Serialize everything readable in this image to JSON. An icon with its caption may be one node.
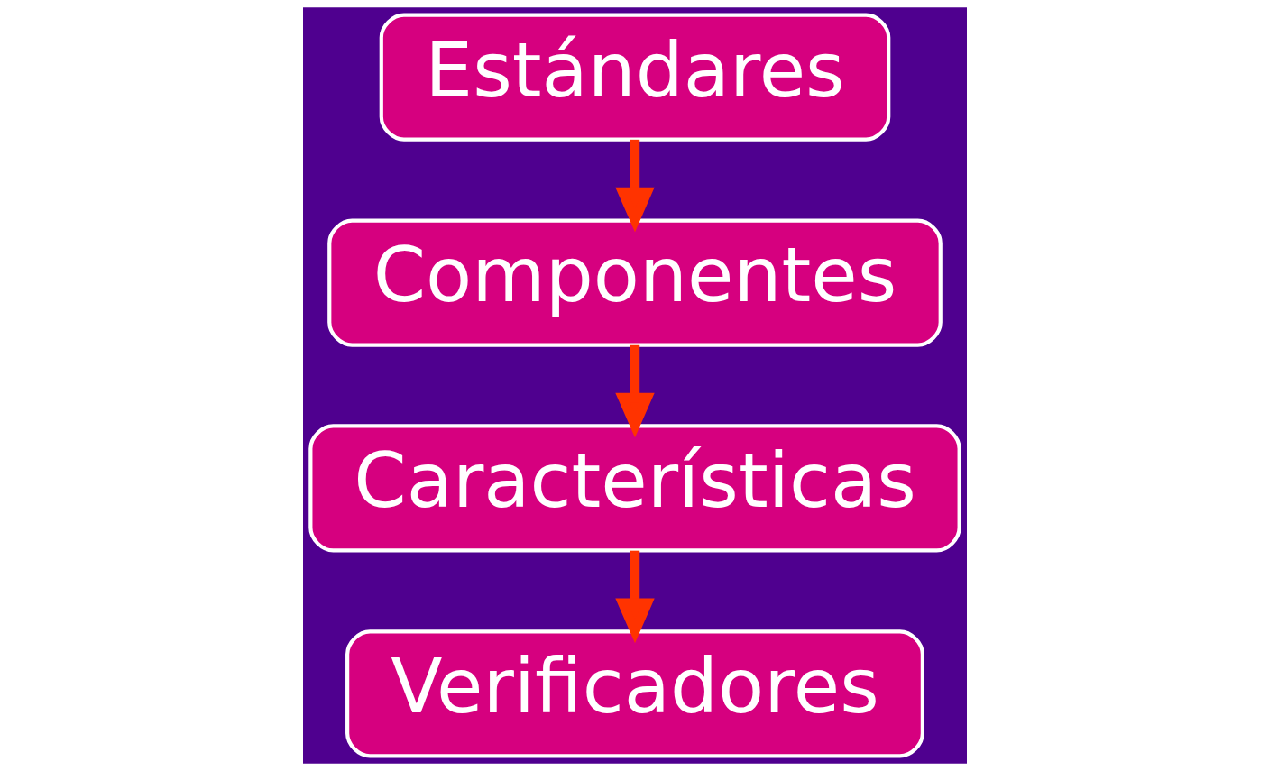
{
  "diagram": {
    "nodes": [
      {
        "text": [
          "Estándares"
        ]
      },
      {
        "text": [
          "Componentes"
        ]
      },
      {
        "text": [
          "Características"
        ]
      },
      {
        "text": [
          "Verificadores"
        ]
      }
    ],
    "edges": [
      {
        "from": 0,
        "to": 1,
        "arrow": "to"
      },
      {
        "from": 1,
        "to": 2,
        "arrow": "to"
      },
      {
        "from": 2,
        "to": 3,
        "arrow": "to"
      }
    ]
  }
}
